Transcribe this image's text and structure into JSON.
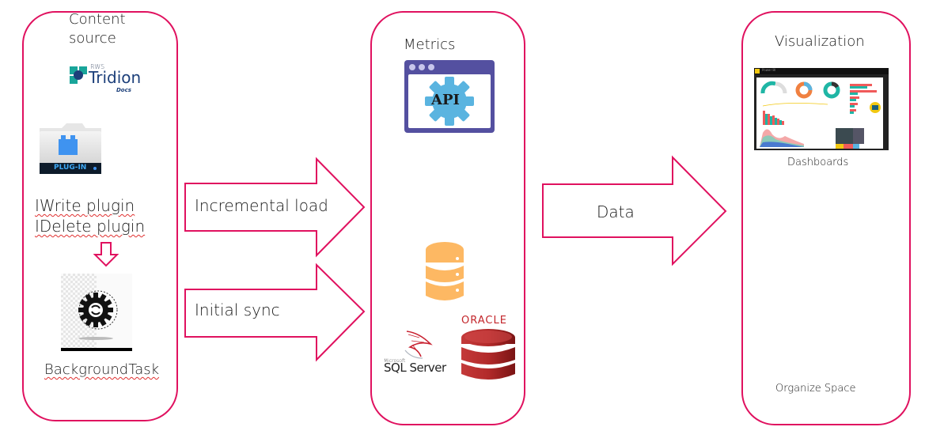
{
  "colors": {
    "accent": "#e0115f",
    "api_frame": "#5450a0",
    "api_gear": "#5ab4e0",
    "db_orange": "#fdb863",
    "db_red": "#b22a2a"
  },
  "source_panel": {
    "title_line1": "Content",
    "title_line2": "source",
    "logo": {
      "brand_small": "RWS",
      "brand": "Tridion",
      "sub": "Docs"
    },
    "plugin_icon_label": "PLUG-IN",
    "plugins": [
      "IWrite plugin",
      "IDelete plugin"
    ],
    "task_label": "BackgroundTask"
  },
  "arrows": {
    "incremental": "Incremental load",
    "initial": "Initial sync",
    "data": "Data"
  },
  "storage_panel": {
    "title": "Metrics",
    "api_label": "API",
    "sql_vendor": "Microsoft",
    "sql_product": "SQL Server",
    "oracle": "ORACLE"
  },
  "viz_panel": {
    "title": "Visualization",
    "dashboard_caption": "Dashboards",
    "footer": "Organize Space",
    "dashboard_app": "Power BI"
  }
}
